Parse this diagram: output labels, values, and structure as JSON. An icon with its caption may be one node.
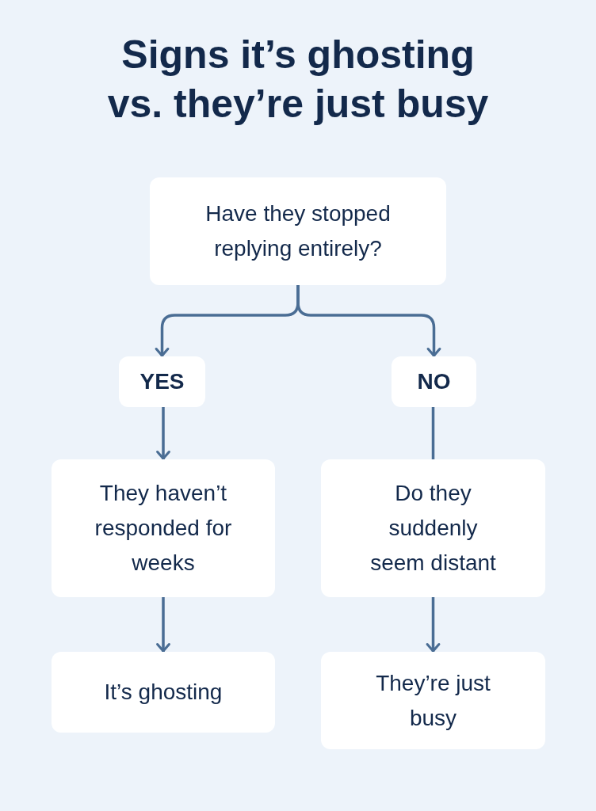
{
  "diagram": {
    "title": "Signs it’s ghosting vs. they’re just busy",
    "nodes": [
      {
        "text": [
          "Have they stopped replying entirely?"
        ]
      },
      {
        "text": [
          "YES"
        ]
      },
      {
        "text": [
          "NO"
        ]
      },
      {
        "text": [
          "They haven’t responded for weeks"
        ]
      },
      {
        "text": [
          "Do they suddenly seem distant"
        ]
      },
      {
        "text": [
          "It’s ghosting"
        ]
      },
      {
        "text": [
          "They’re just busy"
        ]
      }
    ],
    "edges": [
      {
        "from": 0,
        "to": 1,
        "arrow": "to"
      },
      {
        "from": 0,
        "to": 2,
        "arrow": "to"
      },
      {
        "from": 1,
        "to": 3,
        "arrow": "to"
      },
      {
        "from": 2,
        "to": 4,
        "arrow": "none"
      },
      {
        "from": 3,
        "to": 5,
        "arrow": "to"
      },
      {
        "from": 4,
        "to": 6,
        "arrow": "to"
      }
    ]
  }
}
